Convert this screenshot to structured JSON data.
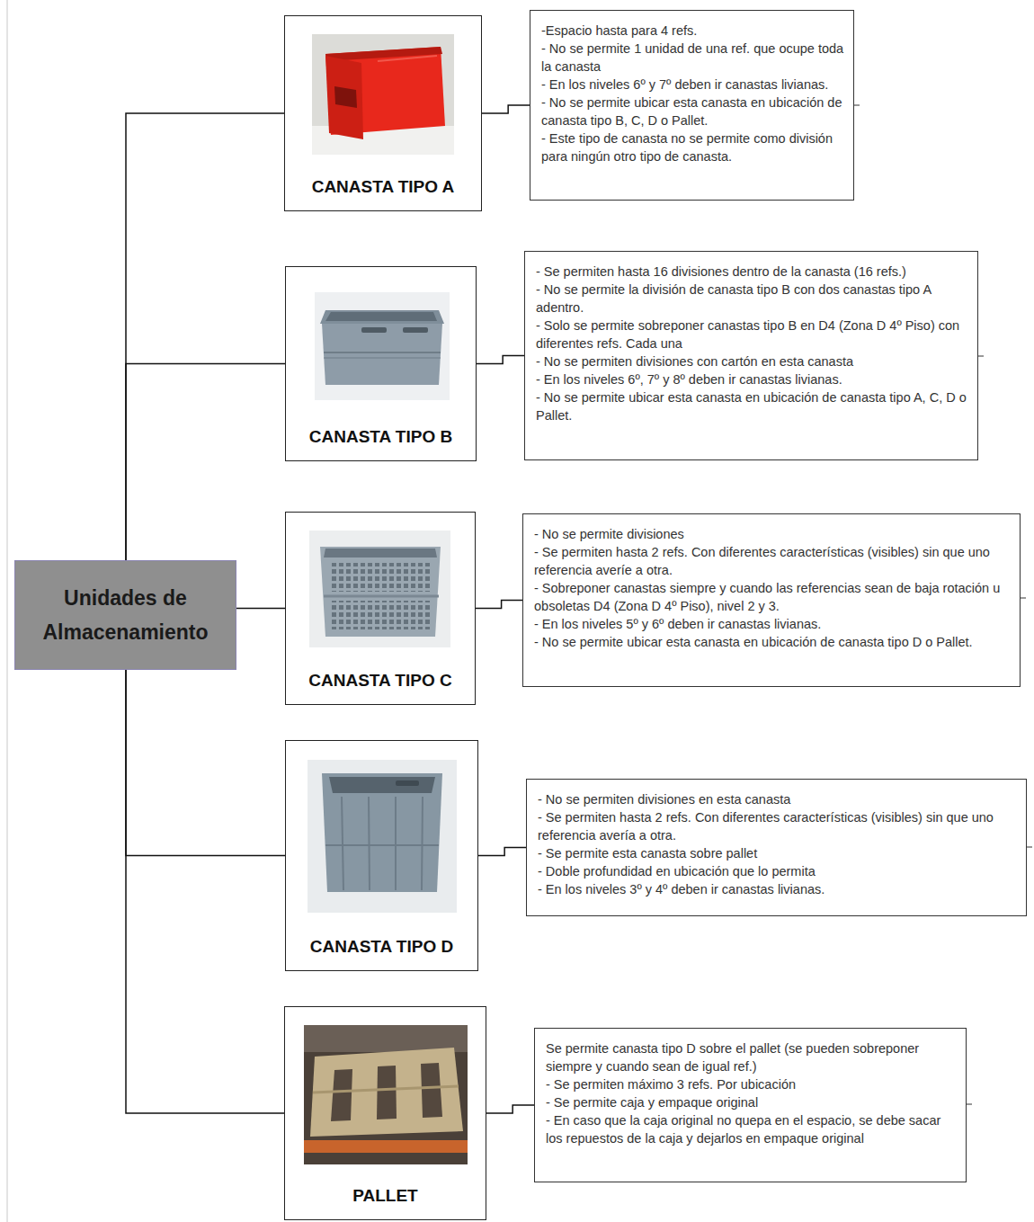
{
  "diagram": {
    "nodes": [
      {
        "text": [
          "Unidades de Almacenamiento"
        ]
      },
      {
        "text": [
          "CANASTA TIPO A"
        ]
      },
      {
        "text": [
          "-Espacio hasta para 4 refs.",
          "- No se permite 1 unidad de una ref. que ocupe toda la canasta",
          "- En los niveles 6º y 7º deben ir canastas livianas.",
          "- No se permite ubicar esta canasta en ubicación de canasta tipo B, C, D o Pallet.",
          "- Este tipo de canasta no se permite como división para ningún otro tipo de canasta."
        ]
      },
      {
        "text": [
          "CANASTA TIPO B"
        ]
      },
      {
        "text": [
          "- Se permiten hasta 16 divisiones dentro de la canasta (16 refs.)",
          "- No se permite la división de canasta tipo B con dos canastas tipo A adentro.",
          "- Solo se permite sobreponer canastas tipo B en D4 (Zona D 4º Piso) con diferentes refs. Cada una",
          "- No se permiten divisiones con cartón en esta canasta",
          "- En los niveles 6º, 7º y 8º deben ir canastas livianas.",
          "- No se permite ubicar esta canasta en ubicación de canasta tipo A, C, D o Pallet."
        ]
      },
      {
        "text": [
          "CANASTA TIPO C"
        ]
      },
      {
        "text": [
          "- No se permite divisiones",
          "- Se permiten hasta 2 refs. Con diferentes características (visibles) sin que uno referencia averíe a otra.",
          "- Sobreponer canastas siempre y cuando las referencias sean de baja rotación u obsoletas D4 (Zona D 4º Piso), nivel 2 y 3.",
          "- En los niveles 5º y 6º deben ir canastas livianas.",
          "- No se permite ubicar esta canasta en ubicación de canasta tipo D o Pallet."
        ]
      },
      {
        "text": [
          "CANASTA TIPO D"
        ]
      },
      {
        "text": [
          "- No se permiten divisiones en esta canasta",
          "- Se permiten hasta 2 refs. Con diferentes características (visibles) sin que uno referencia avería a otra.",
          "- Se permite esta canasta sobre pallet",
          "- Doble profundidad en ubicación que lo permita",
          "- En los niveles 3º y 4º deben ir canastas livianas."
        ]
      },
      {
        "text": [
          "PALLET"
        ]
      },
      {
        "text": [
          "Se permite canasta tipo D sobre el pallet (se pueden sobreponer siempre y cuando sean de igual ref.)",
          "- Se permiten máximo 3 refs. Por ubicación",
          "- Se permite caja y empaque original",
          "- En caso que la caja original no quepa en el espacio, se debe sacar los repuestos de la caja y dejarlos en empaque original"
        ]
      }
    ],
    "edges": [
      {
        "from": 0,
        "to": 1,
        "arrow": "none"
      },
      {
        "from": 0,
        "to": 3,
        "arrow": "none"
      },
      {
        "from": 0,
        "to": 5,
        "arrow": "none"
      },
      {
        "from": 0,
        "to": 7,
        "arrow": "none"
      },
      {
        "from": 0,
        "to": 9,
        "arrow": "none"
      },
      {
        "from": 1,
        "to": 2,
        "arrow": "none"
      },
      {
        "from": 3,
        "to": 4,
        "arrow": "none"
      },
      {
        "from": 5,
        "to": 6,
        "arrow": "none"
      },
      {
        "from": 7,
        "to": 8,
        "arrow": "none"
      },
      {
        "from": 9,
        "to": 10,
        "arrow": "none"
      }
    ]
  }
}
